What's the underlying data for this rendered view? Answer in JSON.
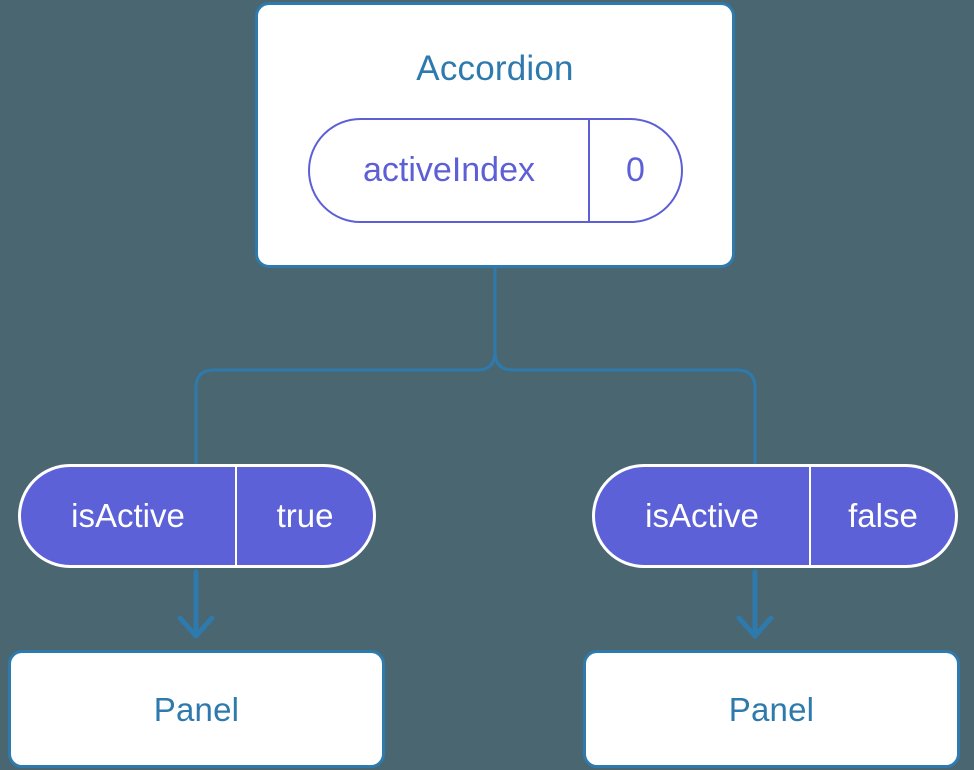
{
  "theme": {
    "background": "#4a6670",
    "card_border": "#2e7aad",
    "card_fill": "#ffffff",
    "title_text": "#2e7aad",
    "pill_outline": "#5c5fd6",
    "pill_fill": "#5c61d8",
    "pill_fill_text": "#ffffff",
    "connector": "#2e7aad"
  },
  "diagram": {
    "root": {
      "title": "Accordion",
      "state": {
        "key": "activeIndex",
        "value": "0"
      }
    },
    "branches": [
      {
        "prop": {
          "key": "isActive",
          "value": "true"
        },
        "child_title": "Panel"
      },
      {
        "prop": {
          "key": "isActive",
          "value": "false"
        },
        "child_title": "Panel"
      }
    ]
  }
}
